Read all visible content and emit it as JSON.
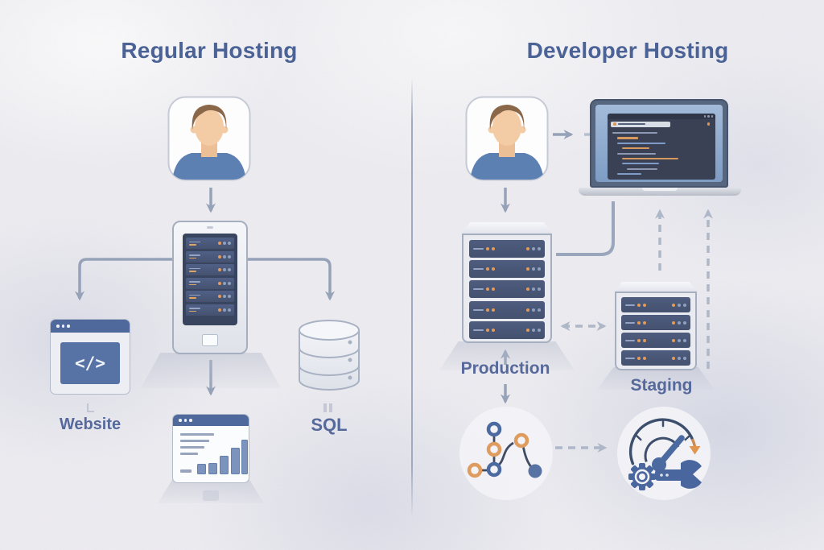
{
  "diagram": {
    "kind": "hosting-comparison",
    "left_panel": {
      "title": "Regular Hosting",
      "user": "user-avatar",
      "server": "server-tower",
      "website": {
        "label": "Website",
        "code_glyph": "</>"
      },
      "database": {
        "label": "SQL"
      },
      "analytics": "browser-bar-chart"
    },
    "right_panel": {
      "title": "Developer Hosting",
      "user": "user-avatar",
      "laptop": "laptop-code-editor",
      "production": {
        "label": "Production"
      },
      "staging": {
        "label": "Staging"
      },
      "git_graph": "git-branch-graph",
      "tooling": "gauge-gear-wrench"
    },
    "colors": {
      "background": "#edecf1",
      "title_text": "#4a6296",
      "label_text": "#56699b",
      "panel_navy": "#44516f",
      "accent_blue": "#4f6fa5",
      "accent_orange": "#e59a58",
      "arrow_solid": "#96a2b8",
      "arrow_dashed": "#adb7c8"
    },
    "icons": [
      "user-avatar",
      "server-tower",
      "browser-code-window",
      "database-cylinder",
      "browser-bar-chart",
      "laptop-code-editor",
      "server-rack-production",
      "server-rack-staging",
      "git-branch-graph",
      "gauge-icon",
      "gear-icon",
      "wrench-icon"
    ]
  }
}
